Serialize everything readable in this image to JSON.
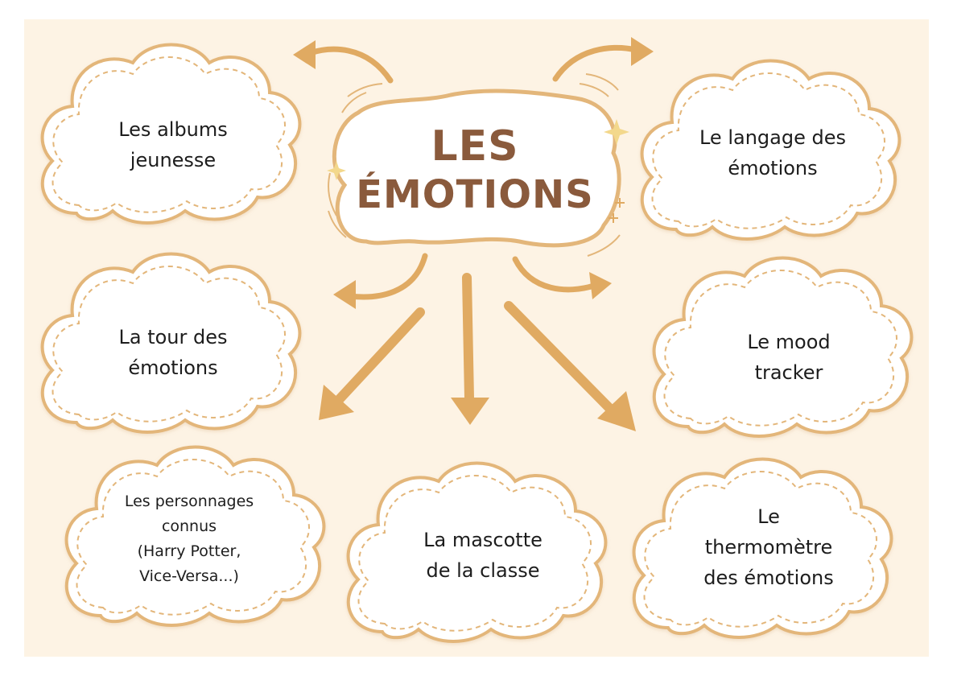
{
  "title": {
    "line1": "LES",
    "line2": "ÉMOTIONS"
  },
  "colors": {
    "background": "#fdf3e4",
    "arrow": "#e0aa62",
    "cloud_fill": "#ffffff",
    "cloud_stroke": "#e3b67a",
    "title": "#8a5a3c",
    "sparkle": "#f3d88c"
  },
  "topics": [
    {
      "id": "albums",
      "label": "Les albums\njeunesse"
    },
    {
      "id": "langage",
      "label": "Le langage des\némotions"
    },
    {
      "id": "tour",
      "label": "La tour des\némotions"
    },
    {
      "id": "mood",
      "label": "Le mood\ntracker"
    },
    {
      "id": "personnages",
      "label": "Les personnages\nconnus\n(Harry Potter,\nVice-Versa...)"
    },
    {
      "id": "mascotte",
      "label": "La mascotte\nde la classe"
    },
    {
      "id": "thermometre",
      "label": "Le\nthermomètre\ndes émotions"
    }
  ]
}
